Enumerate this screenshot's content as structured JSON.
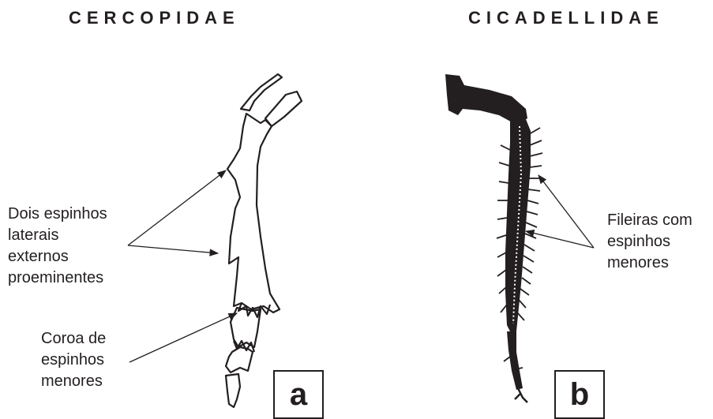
{
  "headings": {
    "left": "CERCOPIDAE",
    "right": "CICADELLIDAE"
  },
  "annotations": {
    "lateral_spines": "Dois espinhos\nlaterais\nexternos\nproeminentes",
    "spine_crown": "Coroa de\nespinhos\nmenores",
    "spine_rows": "Fileiras com\nespinhos\nmenores"
  },
  "panels": {
    "a": "a",
    "b": "b"
  },
  "colors": {
    "ink": "#231f20"
  }
}
